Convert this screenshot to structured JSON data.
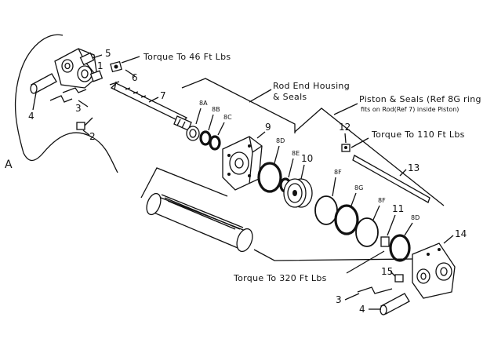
{
  "callouts": {
    "n1": "1",
    "n2": "2",
    "n3a": "3",
    "n4a": "4",
    "n5": "5",
    "n6": "6",
    "n7": "7",
    "n8a": "8A",
    "n8b": "8B",
    "n8c": "8C",
    "n8d1": "8D",
    "n8e": "8E",
    "n8f1": "8F",
    "n8g": "8G",
    "n8f2": "8F",
    "n8d2": "8D",
    "n9": "9",
    "n10": "10",
    "n11": "11",
    "n12": "12",
    "n13": "13",
    "n14": "14",
    "n15": "15",
    "n3b": "3",
    "n4b": "4",
    "a": "A"
  },
  "notes": {
    "torque46": "Torque To 46 Ft Lbs",
    "torque110": "Torque To 110 Ft Lbs",
    "torque320": "Torque To 320 Ft Lbs",
    "rod_end_1": "Rod End Housing",
    "rod_end_2": "& Seals",
    "piston_1": "Piston & Seals (Ref 8G ring",
    "piston_2": "fits on Rod(Ref 7) inside Piston)"
  }
}
